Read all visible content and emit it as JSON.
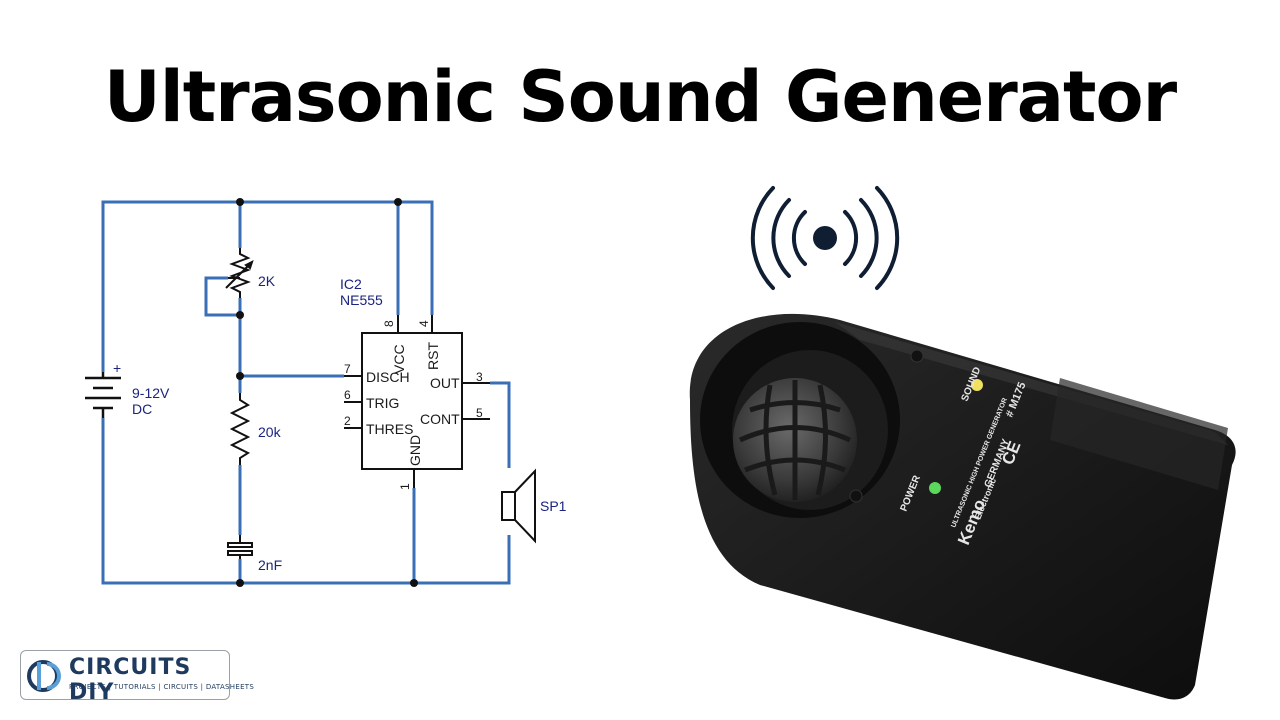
{
  "title": "Ultrasonic Sound Generator",
  "schematic": {
    "battery": {
      "polarity": "+",
      "voltage": "9-12V",
      "type": "DC"
    },
    "potentiometer": "2K",
    "resistor": "20k",
    "capacitor": "2nF",
    "ic": {
      "ref": "IC2",
      "part": "NE555",
      "pins": {
        "vcc": "VCC",
        "rst": "RST",
        "disch": "DISCH",
        "trig": "TRIG",
        "thres": "THRES",
        "out": "OUT",
        "cont": "CONT",
        "gnd": "GND"
      },
      "pin_numbers": {
        "vcc": "8",
        "rst": "4",
        "disch": "7",
        "trig": "6",
        "thres": "2",
        "out": "3",
        "cont": "5",
        "gnd": "1"
      }
    },
    "speaker": "SP1"
  },
  "device": {
    "led_power": "POWER",
    "led_sound": "SOUND",
    "brand": "Kemo",
    "brand_sub": "Electronic",
    "country": "GERMANY",
    "product": "ULTRASONIC HIGH POWER GENERATOR",
    "model": "# M175",
    "ce_mark": "CE"
  },
  "logo": {
    "name": "CIRCUITS DIY",
    "tagline": "PROJECTS | TUTORIALS | CIRCUITS | DATASHEETS"
  },
  "colors": {
    "wire": "#3a6fb5",
    "label": "#1a237e",
    "device_body": "#1b1b1b",
    "led_power": "#5bd75b",
    "led_sound": "#f0e060",
    "signal_icon": "#0f1e33"
  },
  "icons": [
    "signal-broadcast-icon"
  ]
}
